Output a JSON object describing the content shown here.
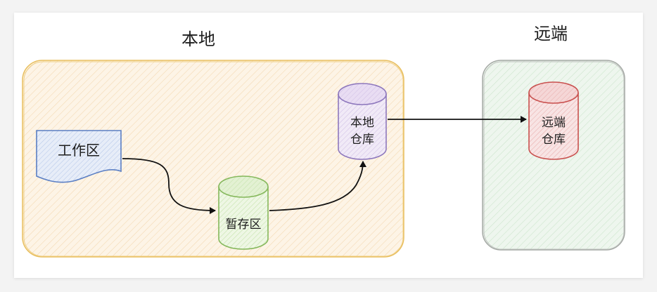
{
  "local_title": "本地",
  "remote_title": "远端",
  "nodes": {
    "workspace": "工作区",
    "staging": "暂存区",
    "local_repo": [
      "本地",
      "仓库"
    ],
    "remote_repo": [
      "远端",
      "仓库"
    ]
  },
  "colors": {
    "local_fill": "#fdf0dc",
    "local_stroke": "#e8be5e",
    "remote_fill": "#e6f2e6",
    "remote_stroke": "#a4a8a4",
    "workspace_fill": "#dbe4f5",
    "workspace_stroke": "#5b7fc4",
    "staging_fill": "#e6f3d8",
    "staging_stroke": "#85b85c",
    "local_repo_fill": "#ebe2f3",
    "local_repo_stroke": "#8e78bd",
    "remote_repo_fill": "#f6dcdc",
    "remote_repo_stroke": "#c9514f"
  }
}
